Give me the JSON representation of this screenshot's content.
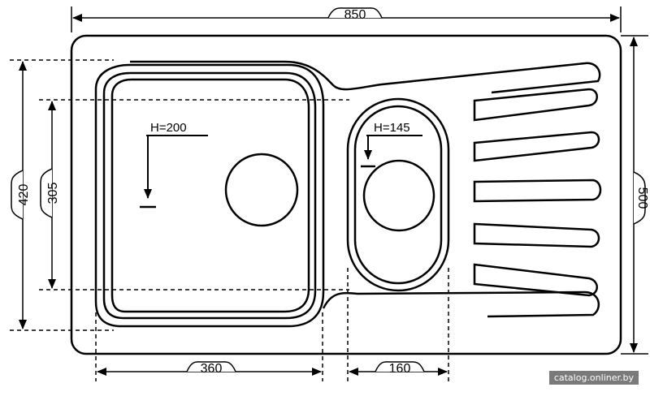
{
  "dimensions": {
    "total_width": "850",
    "total_depth": "500",
    "main_bowl_depth_outer": "420",
    "main_bowl_depth_inner": "305",
    "main_bowl_width": "360",
    "small_bowl_width": "160"
  },
  "bowls": {
    "main_depth_label": "H=200",
    "small_depth_label": "H=145"
  },
  "drainer": {
    "groove_count": 5
  },
  "watermark": "catalog.onliner.by",
  "colors": {
    "line": "#000000",
    "background": "#ffffff"
  }
}
